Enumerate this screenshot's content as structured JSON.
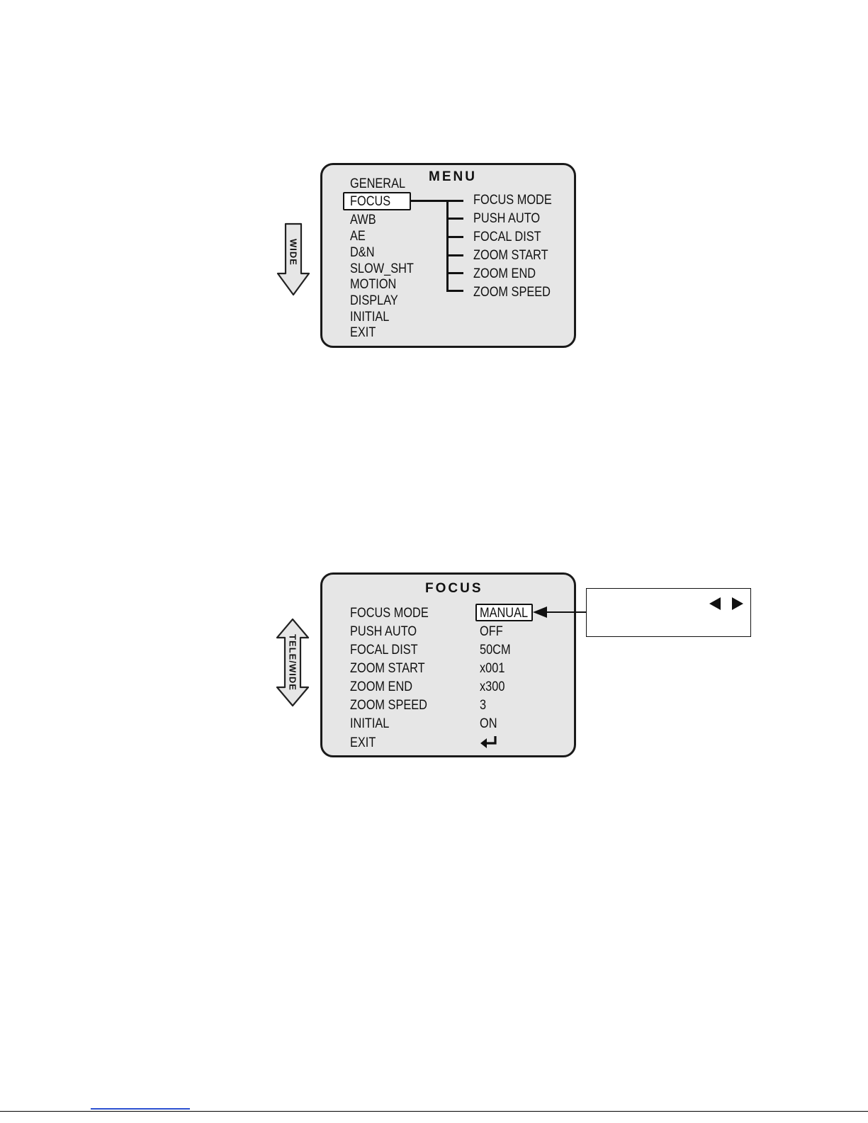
{
  "menu_screen": {
    "title": "MENU",
    "items": [
      "GENERAL",
      "FOCUS",
      "AWB",
      "AE",
      "D&N",
      "SLOW_SHT",
      "MOTION",
      "DISPLAY",
      "INITIAL",
      "EXIT"
    ],
    "selected_item": "FOCUS",
    "submenu_items": [
      "FOCUS MODE",
      "PUSH AUTO",
      "FOCAL DIST",
      "ZOOM START",
      "ZOOM END",
      "ZOOM SPEED"
    ],
    "side_arrow_label": "WIDE"
  },
  "focus_screen": {
    "title": "FOCUS",
    "rows": [
      {
        "label": "FOCUS MODE",
        "value": "MANUAL"
      },
      {
        "label": "PUSH AUTO",
        "value": "OFF"
      },
      {
        "label": "FOCAL DIST",
        "value": "50CM"
      },
      {
        "label": "ZOOM START",
        "value": "x001"
      },
      {
        "label": "ZOOM END",
        "value": "x300"
      },
      {
        "label": "ZOOM SPEED",
        "value": "3"
      },
      {
        "label": "INITIAL",
        "value": "ON"
      },
      {
        "label": "EXIT",
        "value": ""
      }
    ],
    "exit_icon": "enter-return-icon",
    "side_arrow_label": "TELE/WIDE",
    "callout_icons": [
      "triangle-left-icon",
      "triangle-right-icon"
    ]
  }
}
